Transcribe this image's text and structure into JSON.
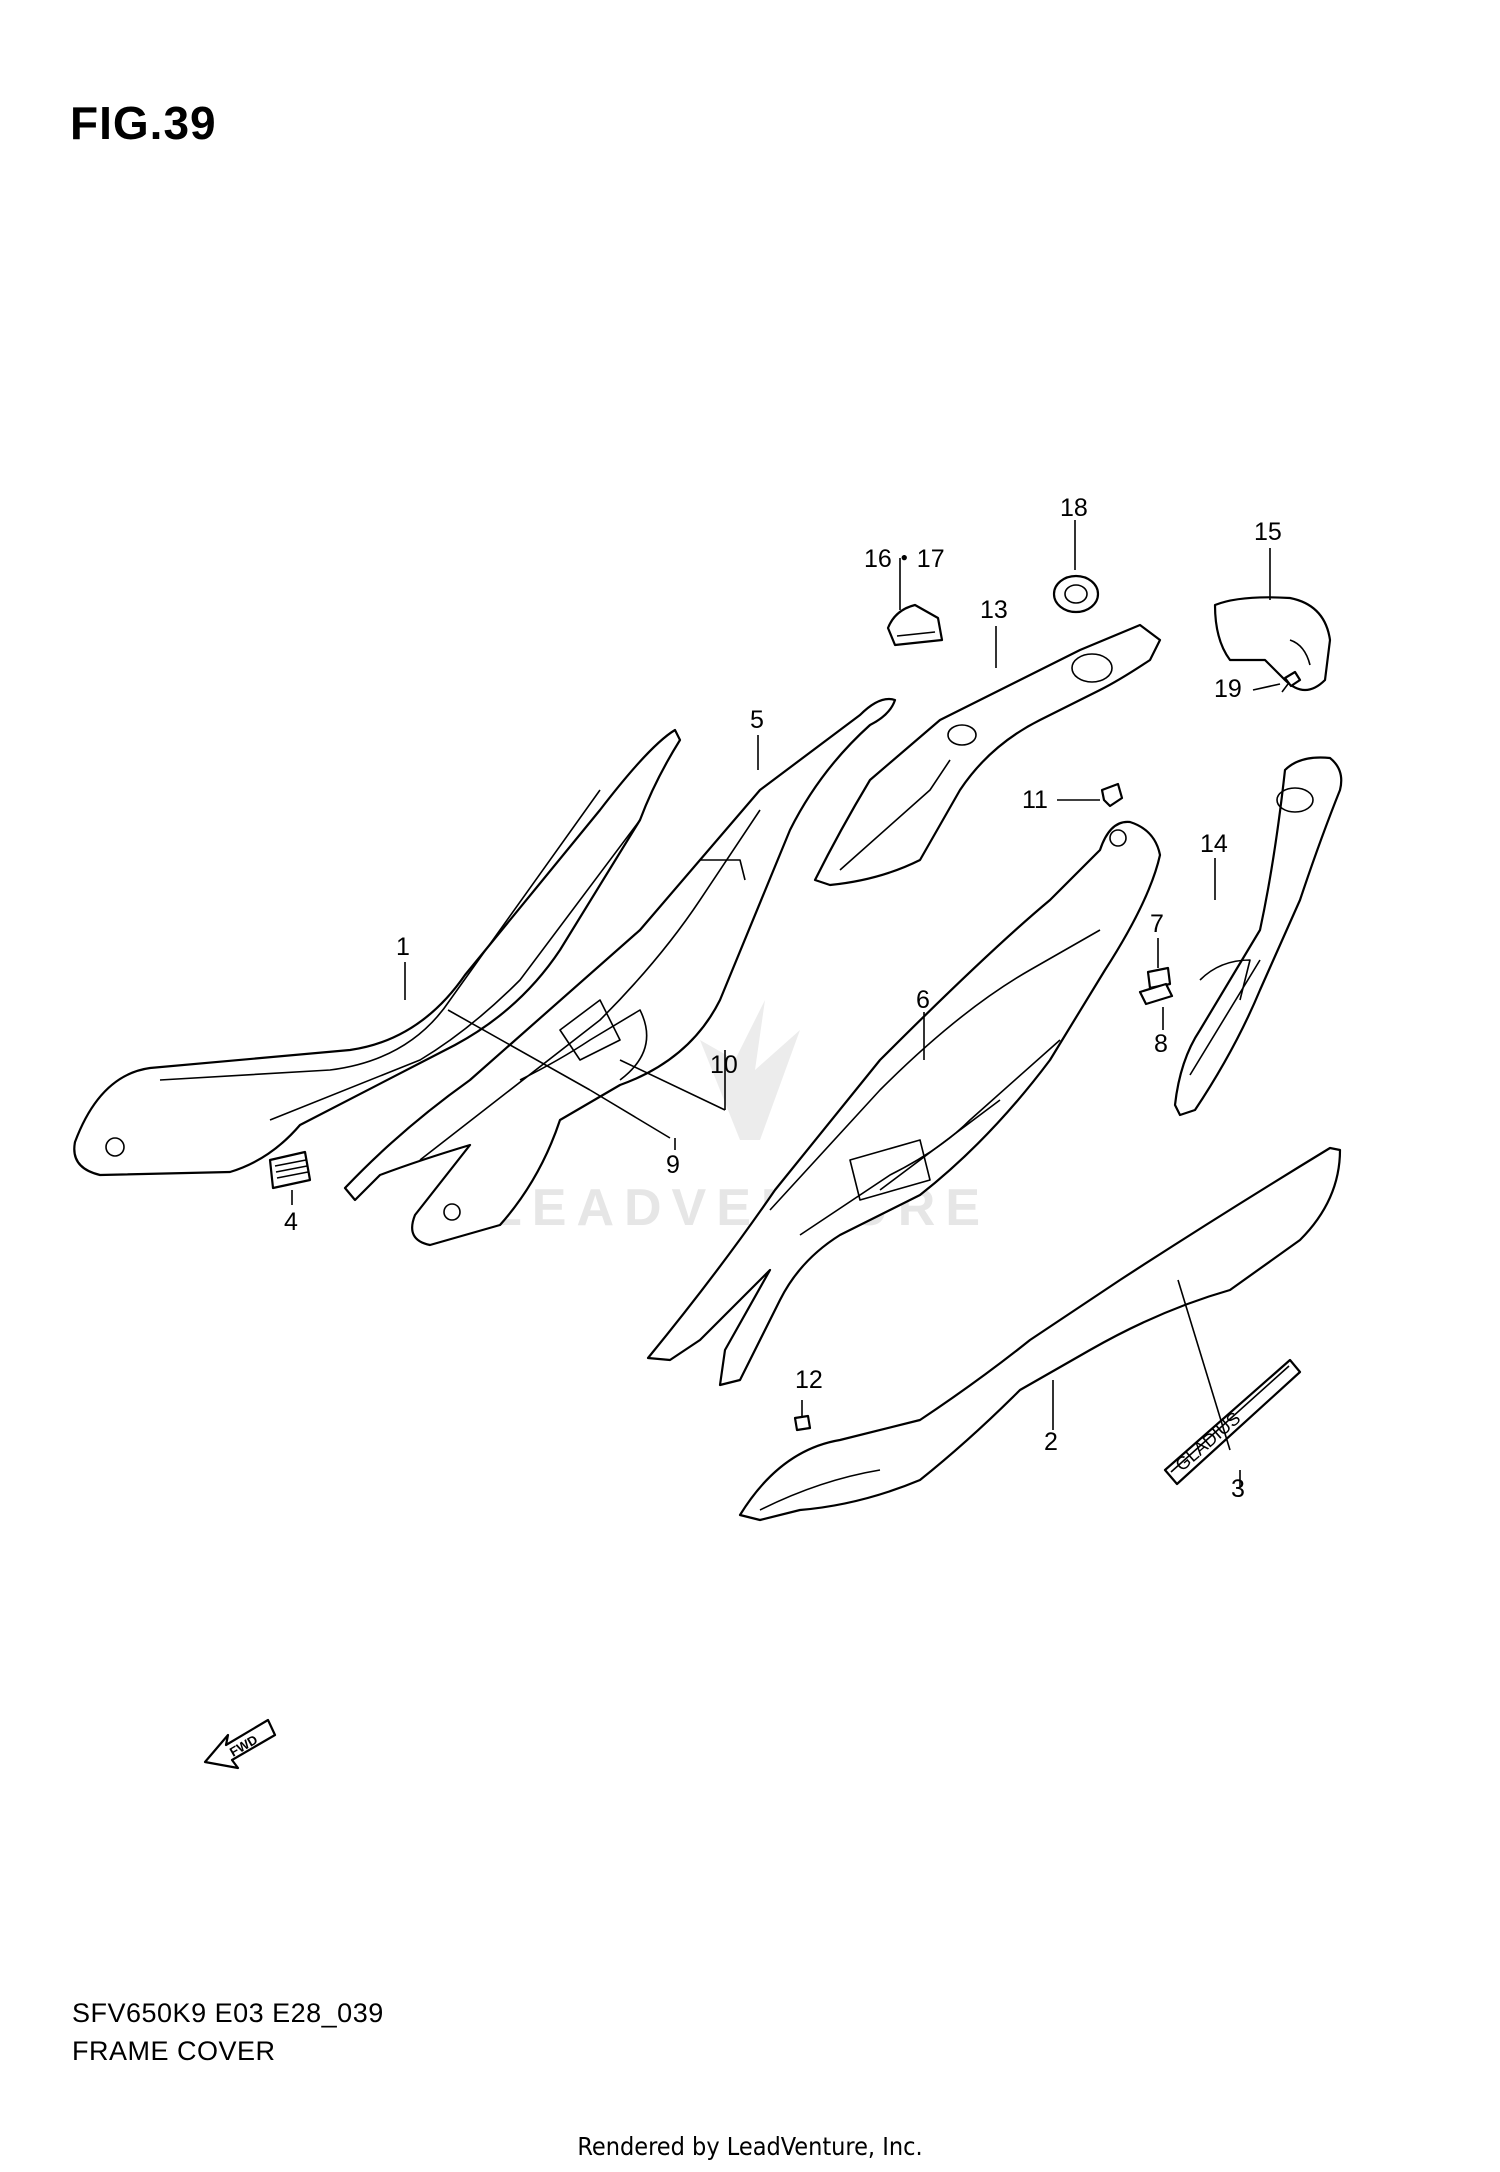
{
  "figure": {
    "title": "FIG.39",
    "code": "SFV650K9 E03 E28_039",
    "caption": "FRAME COVER",
    "footer": "Rendered by LeadVenture, Inc.",
    "watermark": "LEADVENTURE"
  },
  "callouts": {
    "p1": "1",
    "p2": "2",
    "p3": "3",
    "p4": "4",
    "p5": "5",
    "p6": "6",
    "p7": "7",
    "p8": "8",
    "p9": "9",
    "p10": "10",
    "p11": "11",
    "p12": "12",
    "p13": "13",
    "p14": "14",
    "p15": "15",
    "p16_17": "16・17",
    "p18": "18",
    "p19": "19"
  },
  "emblem_text": "GLADIUS",
  "fwd_label": "FWD"
}
